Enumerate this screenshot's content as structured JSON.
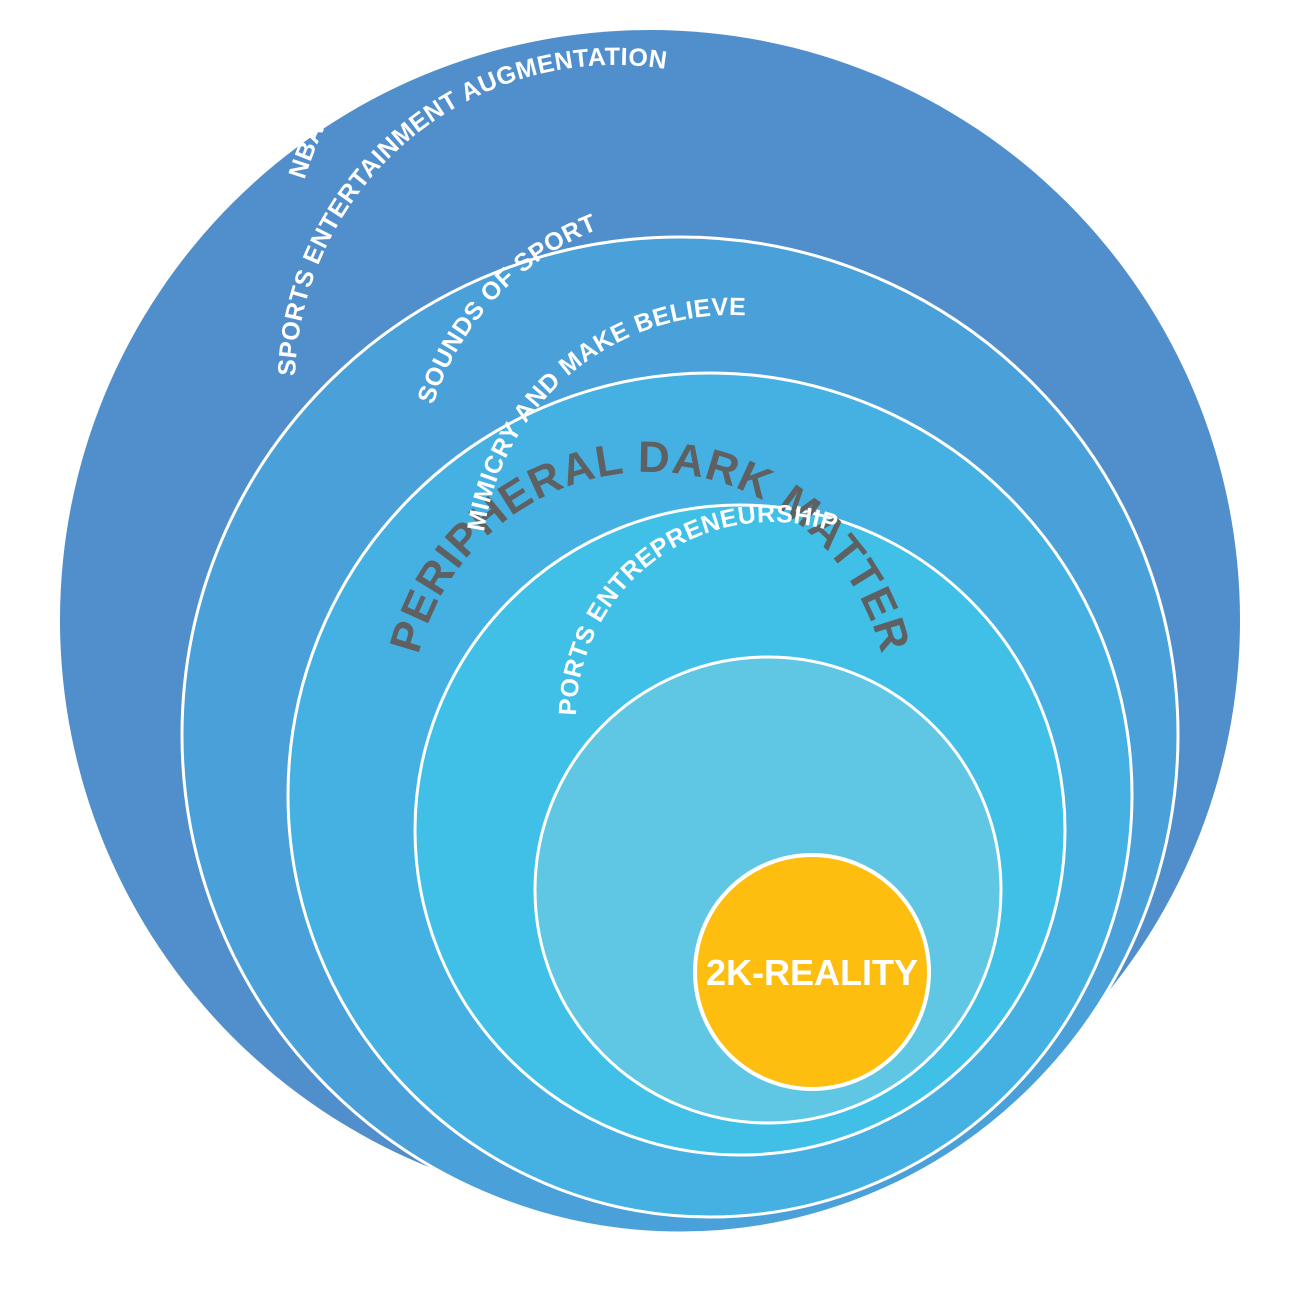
{
  "diagram": {
    "outer_title": "PERIPHERAL DARK MATTER",
    "layers": [
      {
        "label": "NBA ENTERTAINMENT",
        "color": "#518fcc"
      },
      {
        "label": "SPORTS ENTERTAINMENT AUGMENTATION",
        "color": "#4aa0d8"
      },
      {
        "label": "SOUNDS OF SPORT",
        "color": "#45b1e2"
      },
      {
        "label": "MIMICRY AND MAKE BELIEVE",
        "color": "#40bfe7"
      },
      {
        "label": "SPORTS ENTREPRENEURSHIP",
        "color": "#5fc7e3"
      }
    ],
    "core": {
      "label": "2K-REALITY",
      "color": "#fdbe10"
    },
    "ring_stroke_color": "#ffffff",
    "title_color": "#5f6062"
  }
}
